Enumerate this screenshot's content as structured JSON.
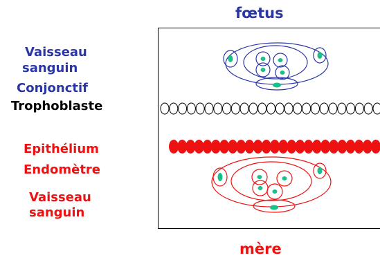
{
  "labels": {
    "top_title": "fœtus",
    "bottom_title": "mère",
    "fetal_vessel_line1": "Vaisseau",
    "fetal_vessel_line2": "sanguin",
    "connective": "Conjonctif",
    "trophoblast": "Trophoblaste",
    "epithelium": "Epithélium",
    "endometrium": "Endomètre",
    "maternal_vessel_line1": "Vaisseau",
    "maternal_vessel_line2": "sanguin"
  },
  "colors": {
    "fetal": "#2b36a6",
    "maternal": "#ee1111",
    "cell_fill": "#19c08a",
    "trophoblast": "#000000"
  },
  "structure": {
    "trophoblast_cell_count": 25,
    "epithelium_cell_count": 25
  }
}
